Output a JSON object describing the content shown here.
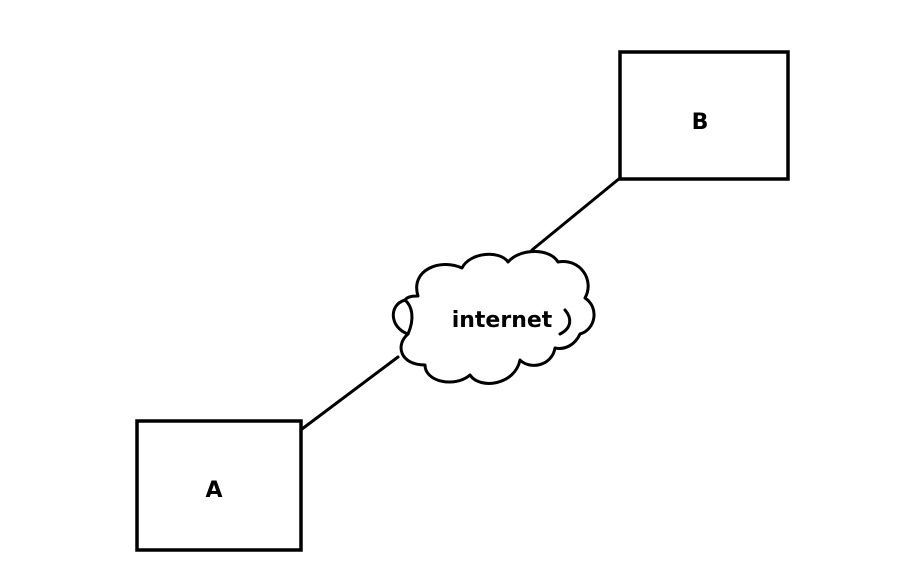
{
  "nodes": {
    "a": {
      "label": "A"
    },
    "b": {
      "label": "B"
    },
    "cloud": {
      "label": "internet"
    }
  },
  "colors": {
    "stroke": "#000000",
    "background": "#ffffff"
  }
}
